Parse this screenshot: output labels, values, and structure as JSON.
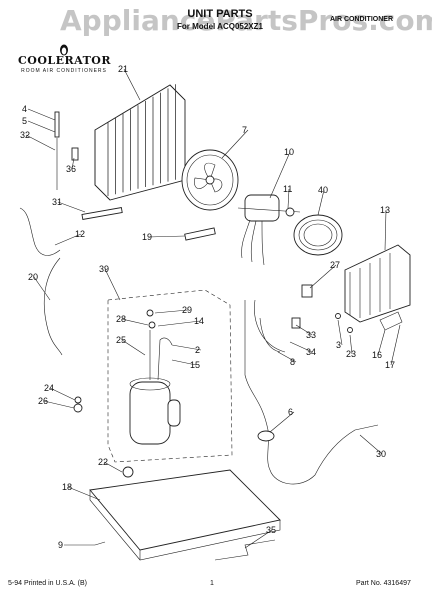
{
  "header": {
    "watermark": "AppliancePartsPros.com",
    "title": "UNIT PARTS",
    "model": "For Model ACQ052XZ1",
    "product": "AIR CONDITIONER"
  },
  "brand": {
    "name": "COOLERATOR",
    "tagline": "ROOM AIR CONDITIONERS"
  },
  "footer": {
    "left": "5-94 Printed in U.S.A. (B)",
    "page": "1",
    "part_no": "Part No. 4316497"
  },
  "callouts": [
    "21",
    "7",
    "4",
    "5",
    "32",
    "36",
    "10",
    "11",
    "40",
    "13",
    "31",
    "12",
    "19",
    "20",
    "39",
    "27",
    "29",
    "28",
    "14",
    "25",
    "2",
    "15",
    "33",
    "34",
    "3",
    "23",
    "8",
    "16",
    "17",
    "24",
    "26",
    "6",
    "22",
    "18",
    "30",
    "35",
    "9"
  ]
}
